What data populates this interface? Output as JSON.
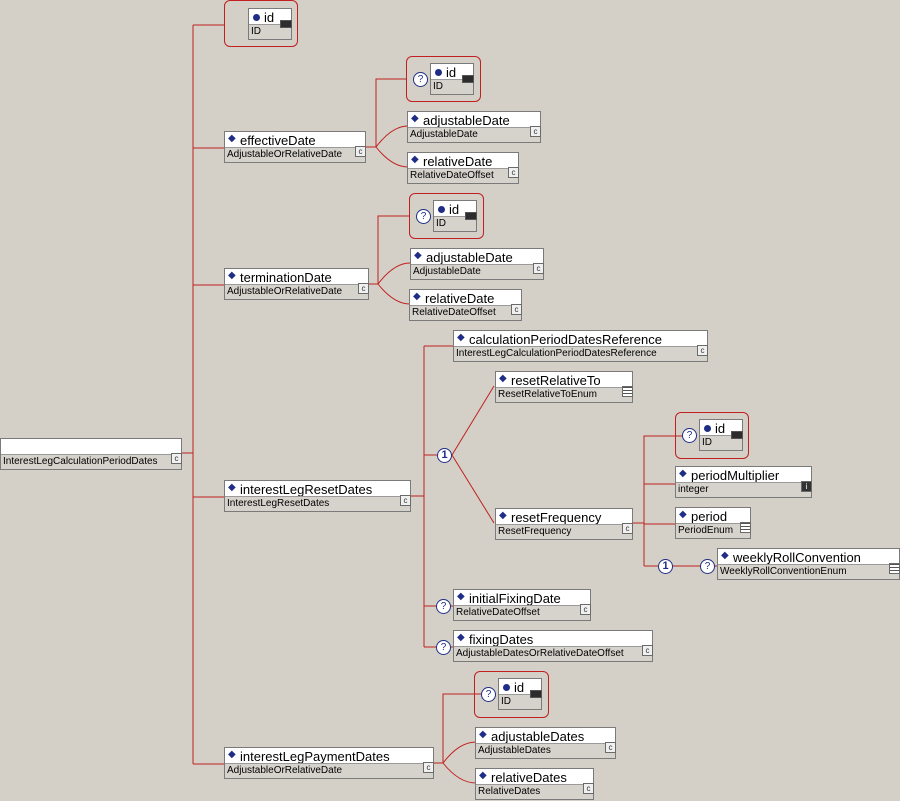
{
  "root": {
    "label": "",
    "type": "InterestLegCalculationPeriodDates"
  },
  "nodes": {
    "id_top": {
      "name": "id",
      "type": "ID"
    },
    "effectiveDate": {
      "name": "effectiveDate",
      "type": "AdjustableOrRelativeDate"
    },
    "eff_id": {
      "name": "id",
      "type": "ID"
    },
    "eff_adjustableDate": {
      "name": "adjustableDate",
      "type": "AdjustableDate"
    },
    "eff_relativeDate": {
      "name": "relativeDate",
      "type": "RelativeDateOffset"
    },
    "terminationDate": {
      "name": "terminationDate",
      "type": "AdjustableOrRelativeDate"
    },
    "term_id": {
      "name": "id",
      "type": "ID"
    },
    "term_adjustableDate": {
      "name": "adjustableDate",
      "type": "AdjustableDate"
    },
    "term_relativeDate": {
      "name": "relativeDate",
      "type": "RelativeDateOffset"
    },
    "calculationPeriodDatesReference": {
      "name": "calculationPeriodDatesReference",
      "type": "InterestLegCalculationPeriodDatesReference"
    },
    "resetRelativeTo": {
      "name": "resetRelativeTo",
      "type": "ResetRelativeToEnum"
    },
    "interestLegResetDates": {
      "name": "interestLegResetDates",
      "type": "InterestLegResetDates"
    },
    "rf_id": {
      "name": "id",
      "type": "ID"
    },
    "periodMultiplier": {
      "name": "periodMultiplier",
      "type": "integer"
    },
    "period": {
      "name": "period",
      "type": "PeriodEnum"
    },
    "resetFrequency": {
      "name": "resetFrequency",
      "type": "ResetFrequency"
    },
    "weeklyRollConvention": {
      "name": "weeklyRollConvention",
      "type": "WeeklyRollConventionEnum"
    },
    "initialFixingDate": {
      "name": "initialFixingDate",
      "type": "RelativeDateOffset"
    },
    "fixingDates": {
      "name": "fixingDates",
      "type": "AdjustableDatesOrRelativeDateOffset"
    },
    "pay_id": {
      "name": "id",
      "type": "ID"
    },
    "interestLegPaymentDates": {
      "name": "interestLegPaymentDates",
      "type": "AdjustableOrRelativeDate"
    },
    "adjustableDates": {
      "name": "adjustableDates",
      "type": "AdjustableDates"
    },
    "relativeDates": {
      "name": "relativeDates",
      "type": "RelativeDates"
    }
  },
  "symbols": {
    "optional": "?",
    "choice": "1",
    "diamond": "◆",
    "complex": "c",
    "simple": "i"
  }
}
